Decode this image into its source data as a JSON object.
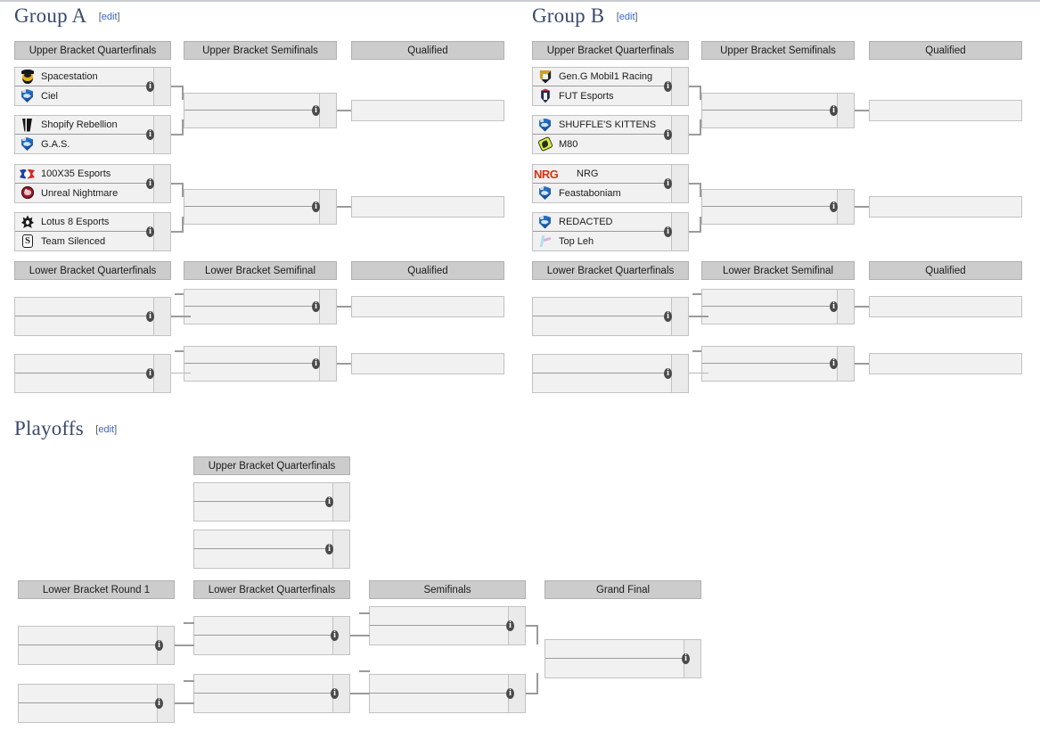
{
  "page": {
    "sections": [
      {
        "title": "Group A",
        "edit_label": "edit"
      },
      {
        "title": "Group B",
        "edit_label": "edit"
      },
      {
        "title": "Playoffs",
        "edit_label": "edit"
      }
    ]
  },
  "headers": {
    "ubqf": "Upper Bracket Quarterfinals",
    "ubsf": "Upper Bracket Semifinals",
    "qualified": "Qualified",
    "lbqf": "Lower Bracket Quarterfinals",
    "lbsf": "Lower Bracket Semifinal",
    "lbr1": "Lower Bracket Round 1",
    "po_lbqf": "Lower Bracket Quarterfinals",
    "semifinals": "Semifinals",
    "grand_final": "Grand Final"
  },
  "groupA": {
    "ubqf": [
      {
        "top": {
          "team": "Spacestation",
          "logo": "spacestation",
          "score": ""
        },
        "bottom": {
          "team": "Ciel",
          "logo": "shield",
          "score": ""
        }
      },
      {
        "top": {
          "team": "Shopify Rebellion",
          "logo": "shopify",
          "score": ""
        },
        "bottom": {
          "team": "G.A.S.",
          "logo": "shield",
          "score": ""
        }
      },
      {
        "top": {
          "team": "100X35 Esports",
          "logo": "x100x35",
          "score": ""
        },
        "bottom": {
          "team": "Unreal Nightmare",
          "logo": "unreal",
          "score": ""
        }
      },
      {
        "top": {
          "team": "Lotus 8 Esports",
          "logo": "lotus",
          "score": ""
        },
        "bottom": {
          "team": "Team Silenced",
          "logo": "silenced",
          "score": ""
        }
      }
    ],
    "ubsf": [
      {
        "top": {
          "team": "",
          "logo": "",
          "score": ""
        },
        "bottom": {
          "team": "",
          "logo": "",
          "score": ""
        }
      },
      {
        "top": {
          "team": "",
          "logo": "",
          "score": ""
        },
        "bottom": {
          "team": "",
          "logo": "",
          "score": ""
        }
      }
    ],
    "qualified": [
      {
        "team": ""
      },
      {
        "team": ""
      }
    ],
    "lbqf": [
      {
        "top": {
          "team": "",
          "logo": "",
          "score": ""
        },
        "bottom": {
          "team": "",
          "logo": "",
          "score": ""
        }
      },
      {
        "top": {
          "team": "",
          "logo": "",
          "score": ""
        },
        "bottom": {
          "team": "",
          "logo": "",
          "score": ""
        }
      }
    ],
    "lbsf": [
      {
        "top": {
          "team": "",
          "logo": "",
          "score": ""
        },
        "bottom": {
          "team": "",
          "logo": "",
          "score": ""
        }
      },
      {
        "top": {
          "team": "",
          "logo": "",
          "score": ""
        },
        "bottom": {
          "team": "",
          "logo": "",
          "score": ""
        }
      }
    ],
    "lb_qualified": [
      {
        "team": ""
      },
      {
        "team": ""
      }
    ]
  },
  "groupB": {
    "ubqf": [
      {
        "top": {
          "team": "Gen.G Mobil1 Racing",
          "logo": "geng",
          "score": ""
        },
        "bottom": {
          "team": "FUT Esports",
          "logo": "fut",
          "score": ""
        }
      },
      {
        "top": {
          "team": "SHUFFLE'S KITTENS",
          "logo": "shield",
          "score": ""
        },
        "bottom": {
          "team": "M80",
          "logo": "m80",
          "score": ""
        }
      },
      {
        "top": {
          "team": "NRG",
          "logo": "nrg",
          "score": ""
        },
        "bottom": {
          "team": "Feastaboniam",
          "logo": "shield",
          "score": ""
        }
      },
      {
        "top": {
          "team": "REDACTED",
          "logo": "shield",
          "score": ""
        },
        "bottom": {
          "team": "Top Leh",
          "logo": "topleh",
          "score": ""
        }
      }
    ],
    "ubsf": [
      {
        "top": {
          "team": "",
          "logo": "",
          "score": ""
        },
        "bottom": {
          "team": "",
          "logo": "",
          "score": ""
        }
      },
      {
        "top": {
          "team": "",
          "logo": "",
          "score": ""
        },
        "bottom": {
          "team": "",
          "logo": "",
          "score": ""
        }
      }
    ],
    "qualified": [
      {
        "team": ""
      },
      {
        "team": ""
      }
    ],
    "lbqf": [
      {
        "top": {
          "team": "",
          "logo": "",
          "score": ""
        },
        "bottom": {
          "team": "",
          "logo": "",
          "score": ""
        }
      },
      {
        "top": {
          "team": "",
          "logo": "",
          "score": ""
        },
        "bottom": {
          "team": "",
          "logo": "",
          "score": ""
        }
      }
    ],
    "lbsf": [
      {
        "top": {
          "team": "",
          "logo": "",
          "score": ""
        },
        "bottom": {
          "team": "",
          "logo": "",
          "score": ""
        }
      },
      {
        "top": {
          "team": "",
          "logo": "",
          "score": ""
        },
        "bottom": {
          "team": "",
          "logo": "",
          "score": ""
        }
      }
    ],
    "lb_qualified": [
      {
        "team": ""
      },
      {
        "team": ""
      }
    ]
  },
  "playoffs": {
    "ubqf": [
      {
        "top": {
          "team": "",
          "logo": "",
          "score": ""
        },
        "bottom": {
          "team": "",
          "logo": "",
          "score": ""
        }
      },
      {
        "top": {
          "team": "",
          "logo": "",
          "score": ""
        },
        "bottom": {
          "team": "",
          "logo": "",
          "score": ""
        }
      }
    ],
    "lbr1": [
      {
        "top": {
          "team": "",
          "logo": "",
          "score": ""
        },
        "bottom": {
          "team": "",
          "logo": "",
          "score": ""
        }
      },
      {
        "top": {
          "team": "",
          "logo": "",
          "score": ""
        },
        "bottom": {
          "team": "",
          "logo": "",
          "score": ""
        }
      }
    ],
    "lbqf": [
      {
        "top": {
          "team": "",
          "logo": "",
          "score": ""
        },
        "bottom": {
          "team": "",
          "logo": "",
          "score": ""
        }
      },
      {
        "top": {
          "team": "",
          "logo": "",
          "score": ""
        },
        "bottom": {
          "team": "",
          "logo": "",
          "score": ""
        }
      }
    ],
    "semifinals": [
      {
        "top": {
          "team": "",
          "logo": "",
          "score": ""
        },
        "bottom": {
          "team": "",
          "logo": "",
          "score": ""
        }
      },
      {
        "top": {
          "team": "",
          "logo": "",
          "score": ""
        },
        "bottom": {
          "team": "",
          "logo": "",
          "score": ""
        }
      }
    ],
    "grand_final": [
      {
        "top": {
          "team": "",
          "logo": "",
          "score": ""
        },
        "bottom": {
          "team": "",
          "logo": "",
          "score": ""
        }
      }
    ]
  },
  "icons": {
    "info": "info-icon"
  },
  "colors": {
    "heading": "#3b4a6b",
    "link": "#3366cc",
    "header_pill": "#cccccc",
    "match_fill": "#f1f1f1",
    "line": "#9b9b9b"
  }
}
